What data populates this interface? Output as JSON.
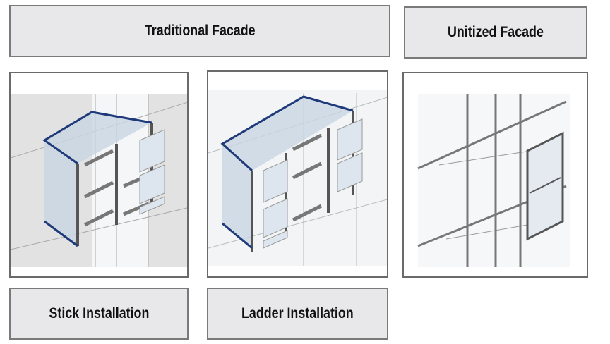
{
  "headers": {
    "traditional": "Traditional Facade",
    "unitized": "Unitized Facade"
  },
  "labels": {
    "stick": "Stick Installation",
    "ladder": "Ladder Installation"
  },
  "colors": {
    "arrow": "#1e3a7a",
    "box_fill": "#e8e8ea",
    "border": "#7a7a7a"
  }
}
